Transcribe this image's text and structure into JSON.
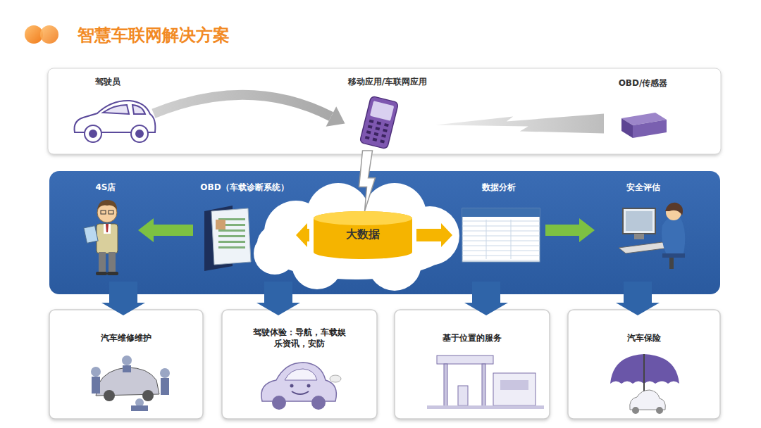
{
  "diagram": {
    "title": "智慧车联网解决方案",
    "nodes": [
      {
        "text": [
          "驾驶员"
        ]
      },
      {
        "text": [
          "移动应用/车联网应用"
        ]
      },
      {
        "text": [
          "OBD/传感器"
        ]
      },
      {
        "text": [
          "4S店"
        ]
      },
      {
        "text": [
          "OBD（车载诊断系统）"
        ]
      },
      {
        "text": [
          "大数据"
        ]
      },
      {
        "text": [
          "数据分析"
        ]
      },
      {
        "text": [
          "安全评估"
        ]
      },
      {
        "text": [
          "汽车维修维护"
        ]
      },
      {
        "text": [
          "驾驶体验：导航，车载娱乐资讯，安防"
        ]
      },
      {
        "text": [
          "基于位置的服务"
        ]
      },
      {
        "text": [
          "汽车保险"
        ]
      }
    ],
    "edges": [
      {
        "from": 0,
        "to": 1,
        "arrow": "to"
      },
      {
        "from": 2,
        "to": 1,
        "arrow": "none"
      },
      {
        "from": 1,
        "to": 5,
        "arrow": "none"
      },
      {
        "from": 5,
        "to": 4,
        "arrow": "to"
      },
      {
        "from": 5,
        "to": 6,
        "arrow": "to"
      },
      {
        "from": 4,
        "to": 3,
        "arrow": "to"
      },
      {
        "from": 6,
        "to": 7,
        "arrow": "to"
      },
      {
        "from": 3,
        "to": 8,
        "arrow": "to"
      },
      {
        "from": 4,
        "to": 9,
        "arrow": "to"
      },
      {
        "from": 6,
        "to": 10,
        "arrow": "to"
      },
      {
        "from": 7,
        "to": 11,
        "arrow": "to"
      }
    ]
  }
}
